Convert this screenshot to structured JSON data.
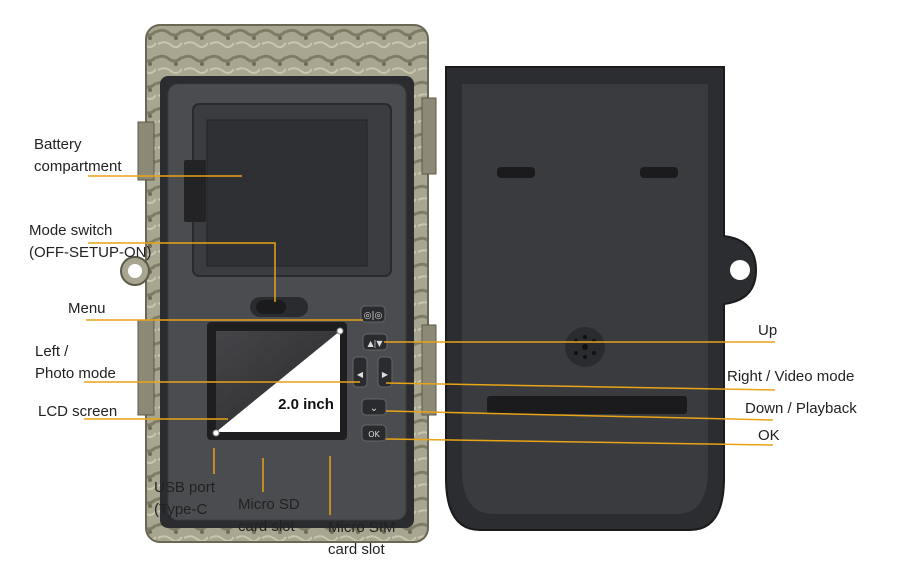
{
  "labels": {
    "battery": [
      "Battery",
      "compartment"
    ],
    "mode_switch": [
      "Mode switch",
      "(OFF-SETUP-ON)"
    ],
    "menu": "Menu",
    "left_photo": [
      "Left  /",
      "Photo mode"
    ],
    "lcd_screen": "LCD screen",
    "usb_port": [
      "USB port",
      "(Type-C"
    ],
    "micro_sd": [
      "Micro SD",
      "card slot"
    ],
    "micro_sim": [
      "Micro SIM",
      "card slot"
    ],
    "up": "Up",
    "right_video": "Right / Video mode",
    "down_playback": "Down / Playback",
    "ok": "OK"
  },
  "screen_size": "2.0 inch",
  "button_glyphs": {
    "menu": "◎|◎",
    "up": "▲|▼",
    "left": "◀",
    "right": "▶",
    "down": "⌄",
    "ok": "OK"
  },
  "colors": {
    "leader_line": "#e8a317",
    "housing": "#2f3033",
    "panel": "#4a4b4e",
    "camo": "#9c9a86"
  }
}
